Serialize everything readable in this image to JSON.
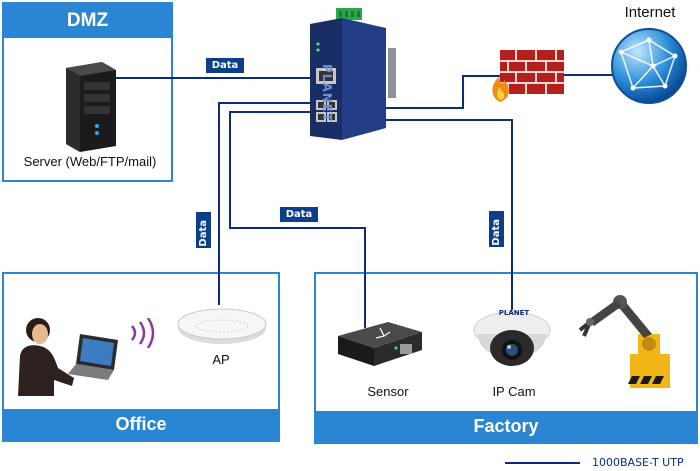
{
  "zones": {
    "dmz": {
      "title": "DMZ"
    },
    "office": {
      "title": "Office"
    },
    "factory": {
      "title": "Factory"
    }
  },
  "devices": {
    "server": "Server (Web/FTP/mail)",
    "ap": "AP",
    "sensor": "Sensor",
    "ipcam": "IP Cam",
    "internet": "Internet",
    "switch_brand": "PLANET",
    "camera_brand": "PLANET"
  },
  "data_tags": {
    "dmz_link": "Data",
    "office_link": "Data",
    "sensor_link": "Data",
    "camera_link": "Data"
  },
  "legend": {
    "line_label": "1000BASE-T UTP",
    "line_color": "#0b2c7a"
  },
  "colors": {
    "zone_blue": "#2a86d2",
    "wire_navy": "#0b2c7a",
    "tag_navy": "#0b3f8a"
  }
}
